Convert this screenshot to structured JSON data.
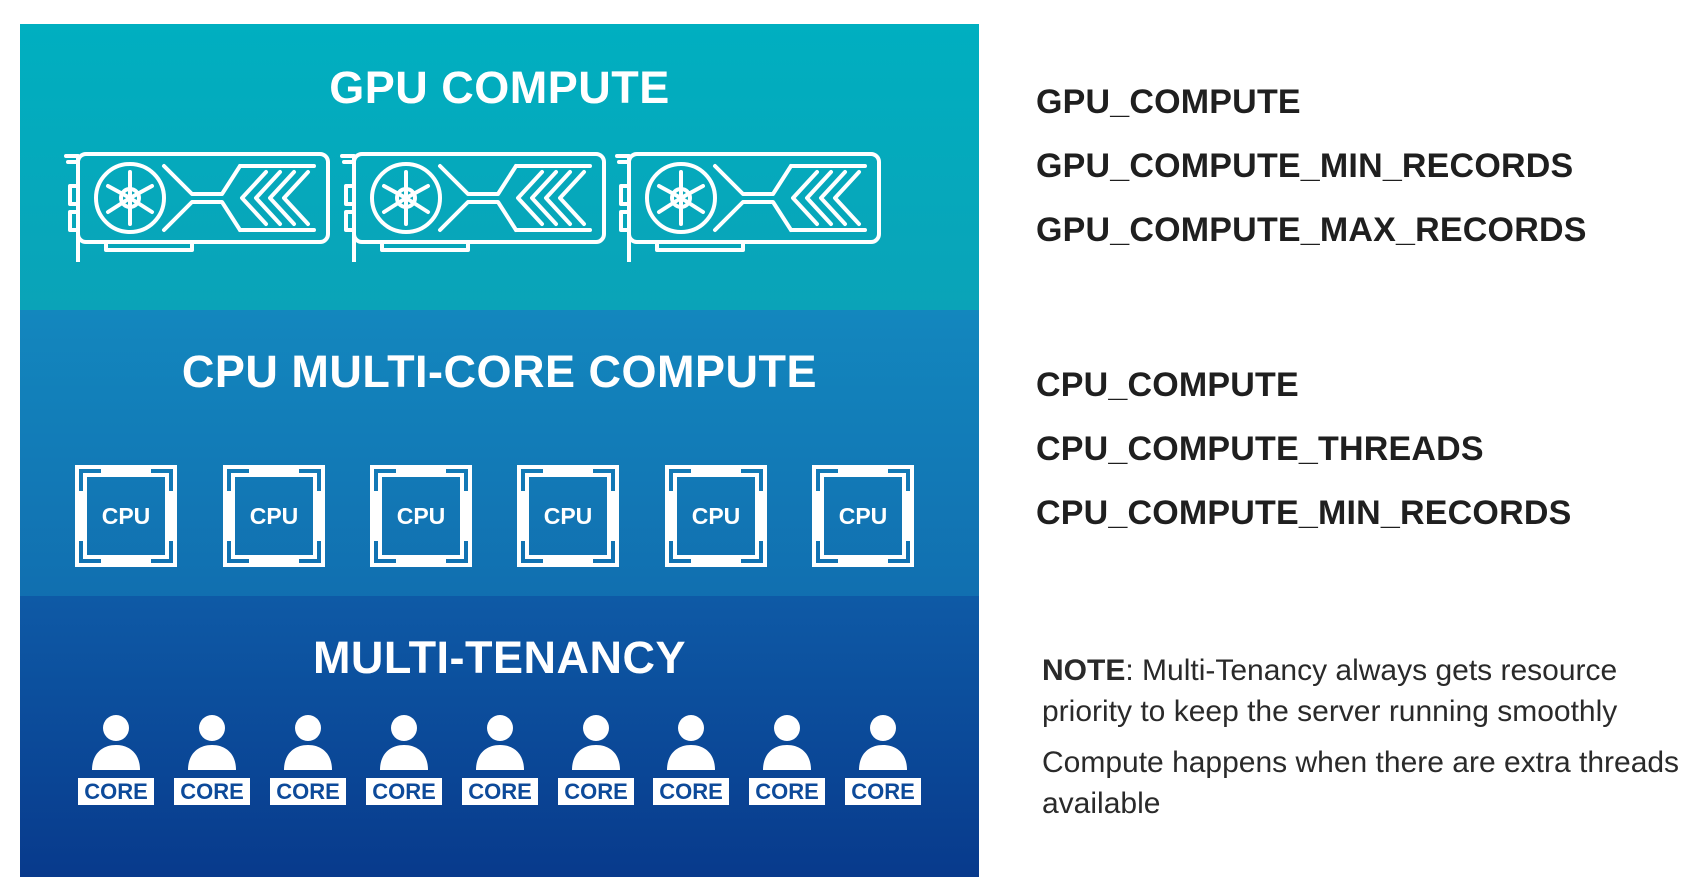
{
  "bands": {
    "gpu": {
      "title": "GPU COMPUTE",
      "icon": "gpu-card-icon",
      "count": 3,
      "color": "#00afc0"
    },
    "cpu": {
      "title": "CPU MULTI-CORE COMPUTE",
      "icon": "cpu-chip-icon",
      "count": 6,
      "chip_label": "CPU",
      "color": "#1387be"
    },
    "multi_tenancy": {
      "title": "MULTI-TENANCY",
      "icon": "user-icon",
      "count": 9,
      "core_label": "CORE",
      "color": "#0e5aa6"
    }
  },
  "gpu_params": [
    "GPU_COMPUTE",
    "GPU_COMPUTE_MIN_RECORDS",
    "GPU_COMPUTE_MAX_RECORDS"
  ],
  "cpu_params": [
    "CPU_COMPUTE",
    "CPU_COMPUTE_THREADS",
    "CPU_COMPUTE_MIN_RECORDS"
  ],
  "notes": {
    "note_label": "NOTE",
    "note_text": ": Multi-Tenancy always gets resource priority to keep the server running smoothly",
    "compute_text": "Compute happens when there are extra threads available"
  }
}
